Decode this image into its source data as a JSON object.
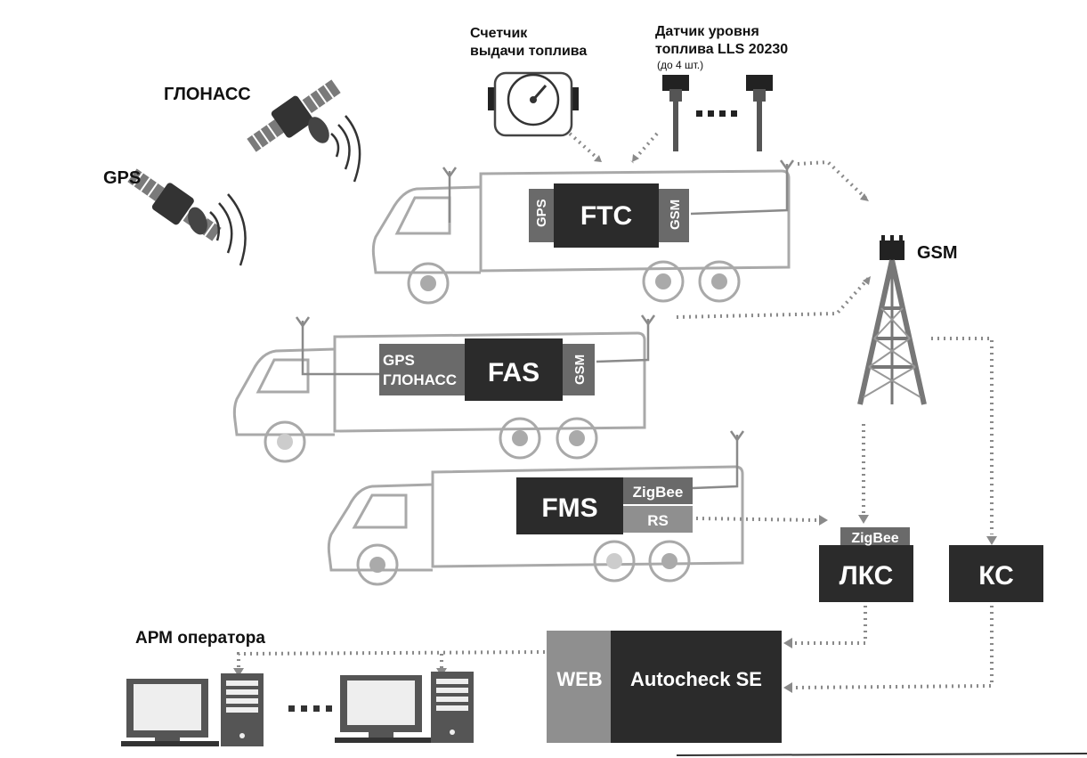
{
  "labels": {
    "glonass": "ГЛОНАСС",
    "gps": "GPS",
    "fuel_counter_line1": "Счетчик",
    "fuel_counter_line2": "выдачи топлива",
    "level_sensor_line1": "Датчик уровня",
    "level_sensor_line2": "топлива LLS 20230",
    "level_sensor_note": "(до 4 шт.)",
    "gsm_tower": "GSM",
    "operator_station": "АРМ оператора"
  },
  "truck_ftc": {
    "left_port": "GPS",
    "module": "FTC",
    "right_port": "GSM"
  },
  "truck_fas": {
    "left_port_line1": "GPS",
    "left_port_line2": "ГЛОНАСС",
    "module": "FAS",
    "right_port": "GSM"
  },
  "truck_fms": {
    "module": "FMS",
    "port_top": "ZigBee",
    "port_bottom": "RS"
  },
  "lks": {
    "port": "ZigBee",
    "label": "ЛКС"
  },
  "ks": {
    "label": "КС"
  },
  "server": {
    "web": "WEB",
    "label": "Autocheck SE"
  },
  "colors": {
    "dark_box": "#2b2b2b",
    "mid_box": "#6a6a6a",
    "light_box": "#8f8f8f",
    "outline": "#a9a9a9"
  }
}
